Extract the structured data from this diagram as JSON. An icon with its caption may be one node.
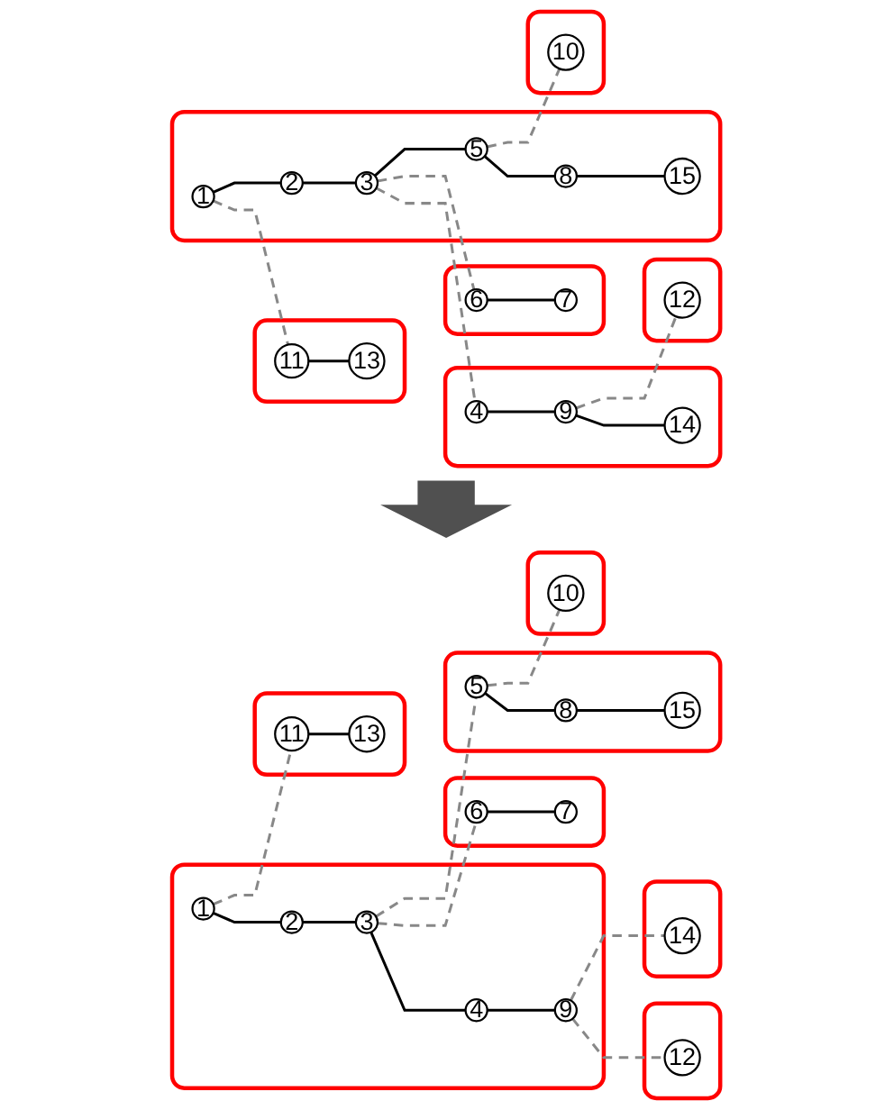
{
  "diagram": {
    "nodes": [
      {
        "text": [],
        "shape": "box"
      },
      {
        "text": [
          "6"
        ],
        "in": 0
      },
      {
        "text": [
          "7"
        ],
        "in": 0
      },
      {
        "text": [],
        "shape": "box"
      },
      {
        "text": [
          "14"
        ],
        "in": 3
      },
      {
        "text": [
          "4"
        ],
        "in": 3
      },
      {
        "text": [
          "9"
        ],
        "in": 3
      },
      {
        "text": [],
        "shape": "box"
      },
      {
        "text": [
          "12"
        ],
        "in": 7
      },
      {
        "text": [],
        "shape": "box"
      },
      {
        "text": [
          "1"
        ],
        "in": 9
      },
      {
        "text": [
          "2"
        ],
        "in": 9
      },
      {
        "text": [
          "3"
        ],
        "in": 9
      },
      {
        "text": [
          "5"
        ],
        "in": 9
      },
      {
        "text": [
          "8"
        ],
        "in": 9
      },
      {
        "text": [
          "15"
        ],
        "in": 9
      },
      {
        "text": [],
        "shape": "box"
      },
      {
        "text": [
          "11"
        ],
        "in": 16
      },
      {
        "text": [
          "13"
        ],
        "in": 16
      },
      {
        "text": [],
        "shape": "box"
      },
      {
        "text": [
          "10"
        ],
        "in": 19
      },
      {
        "text": [],
        "shape": "box"
      },
      {
        "text": [
          "6"
        ],
        "in": 21
      },
      {
        "text": [
          "7"
        ],
        "in": 21
      },
      {
        "text": [],
        "shape": "box"
      },
      {
        "text": [
          "14"
        ],
        "in": 24
      },
      {
        "text": [],
        "shape": "box"
      },
      {
        "text": [
          "1"
        ],
        "in": 26
      },
      {
        "text": [
          "2"
        ],
        "in": 26
      },
      {
        "text": [
          "3"
        ],
        "in": 26
      },
      {
        "text": [
          "4"
        ],
        "in": 26
      },
      {
        "text": [
          "9"
        ],
        "in": 26
      },
      {
        "text": [],
        "shape": "box"
      },
      {
        "text": [
          "12"
        ],
        "in": 32
      },
      {
        "text": [],
        "shape": "box"
      },
      {
        "text": [
          "5"
        ],
        "in": 34
      },
      {
        "text": [
          "8"
        ],
        "in": 34
      },
      {
        "text": [
          "15"
        ],
        "in": 34
      },
      {
        "text": [],
        "shape": "box"
      },
      {
        "text": [
          "11"
        ],
        "in": 38
      },
      {
        "text": [
          "13"
        ],
        "in": 38
      },
      {
        "text": [],
        "shape": "box"
      },
      {
        "text": [
          "10"
        ],
        "in": 41
      }
    ],
    "edges": [
      {
        "from": 1,
        "to": 2,
        "arrow": "none"
      },
      {
        "from": 6,
        "to": 4,
        "arrow": "none"
      },
      {
        "from": 5,
        "to": 6,
        "arrow": "none"
      },
      {
        "from": 6,
        "to": 8,
        "arrow": "none",
        "style": "dashed",
        "color": "#888888"
      },
      {
        "from": 12,
        "to": 1,
        "arrow": "none",
        "style": "dashed",
        "color": "#888888"
      },
      {
        "from": 12,
        "to": 5,
        "arrow": "none",
        "style": "dashed",
        "color": "#888888"
      },
      {
        "from": 10,
        "to": 11,
        "arrow": "none"
      },
      {
        "from": 11,
        "to": 12,
        "arrow": "none"
      },
      {
        "from": 12,
        "to": 13,
        "arrow": "none"
      },
      {
        "from": 13,
        "to": 14,
        "arrow": "none"
      },
      {
        "from": 14,
        "to": 15,
        "arrow": "none"
      },
      {
        "from": 10,
        "to": 17,
        "arrow": "none",
        "style": "dashed",
        "color": "#888888"
      },
      {
        "from": 17,
        "to": 18,
        "arrow": "none"
      },
      {
        "from": 13,
        "to": 20,
        "arrow": "none",
        "style": "dashed",
        "color": "#888888"
      },
      {
        "from": 22,
        "to": 23,
        "arrow": "none"
      },
      {
        "from": 31,
        "to": 25,
        "arrow": "none",
        "style": "dashed",
        "color": "#888888"
      },
      {
        "from": 29,
        "to": 22,
        "arrow": "none",
        "style": "dashed",
        "color": "#888888"
      },
      {
        "from": 27,
        "to": 28,
        "arrow": "none"
      },
      {
        "from": 28,
        "to": 29,
        "arrow": "none"
      },
      {
        "from": 29,
        "to": 30,
        "arrow": "none"
      },
      {
        "from": 30,
        "to": 31,
        "arrow": "none"
      },
      {
        "from": 31,
        "to": 33,
        "arrow": "none",
        "style": "dashed",
        "color": "#888888"
      },
      {
        "from": 29,
        "to": 35,
        "arrow": "none",
        "style": "dashed",
        "color": "#888888"
      },
      {
        "from": 35,
        "to": 36,
        "arrow": "none"
      },
      {
        "from": 36,
        "to": 37,
        "arrow": "none"
      },
      {
        "from": 27,
        "to": 39,
        "arrow": "none",
        "style": "dashed",
        "color": "#888888"
      },
      {
        "from": 39,
        "to": 40,
        "arrow": "none"
      },
      {
        "from": 35,
        "to": 42,
        "arrow": "none",
        "style": "dashed",
        "color": "#888888"
      }
    ]
  }
}
